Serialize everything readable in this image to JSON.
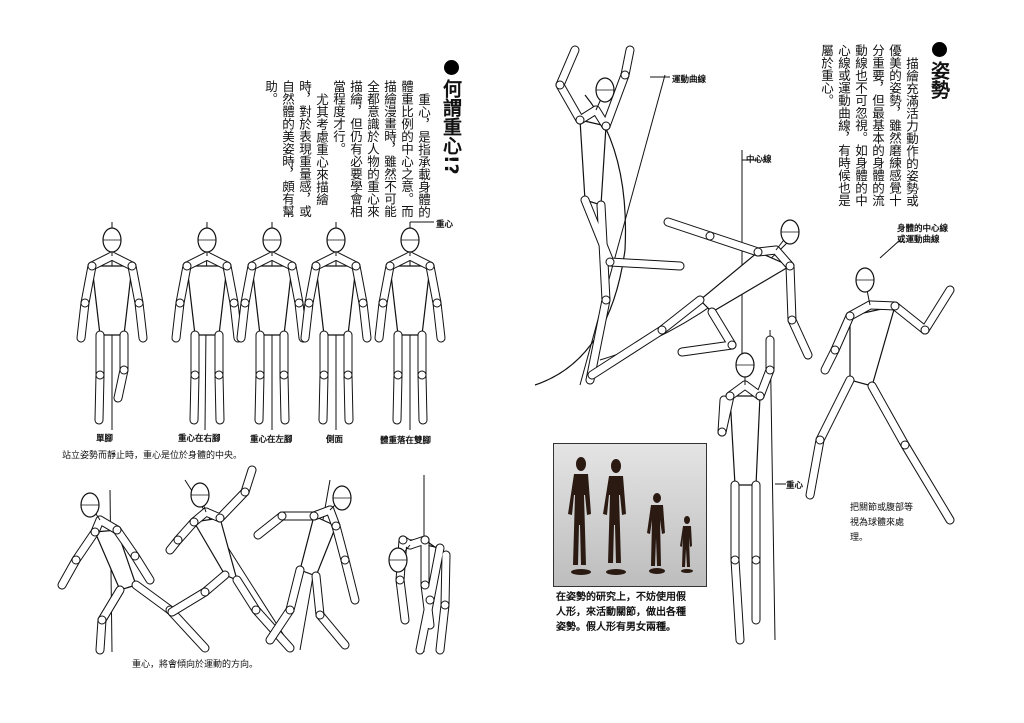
{
  "left_page": {
    "heading": "何謂重心!?",
    "paragraphs": [
      "重心，是指承載身體的體重比例的中心之意。而描繪漫畫時，雖然不可能全都意識於人物的重心來描繪，但仍有必要學會相當程度才行。",
      "尤其考慮重心來描繪時，對於表現重量感，或自然體的美姿時，頗有幫助。"
    ],
    "label_center_of_gravity": "重心",
    "figure_labels": [
      "單腳",
      "重心在右腳",
      "重心在左腳",
      "側面",
      "體重落在雙腳"
    ],
    "caption_standing": "站立姿勢而靜止時，重心是位於身體的中央。",
    "caption_motion": "重心，將會傾向於運動的方向。"
  },
  "right_page": {
    "heading": "姿勢",
    "paragraph": "描繪充滿活力動作的姿勢或優美的姿勢，雖然磨練感覺十分重要，但最基本的身體的流動線也不可忽視。如身體的中心線或運動曲線，有時候也是屬於重心。",
    "label_motion_curve": "運動曲線",
    "label_center_line": "中心線",
    "label_body_line": [
      "身體的中心線",
      "或運動曲線"
    ],
    "label_center_of_gravity": "重心",
    "caption_joints": [
      "把關節或腹部等",
      "視為球體來處",
      "理。"
    ],
    "caption_photo": [
      "在姿勢的研究上，不妨使用假",
      "人形，來活動關節，做出各種",
      "姿勢。假人形有男女兩種。"
    ]
  }
}
